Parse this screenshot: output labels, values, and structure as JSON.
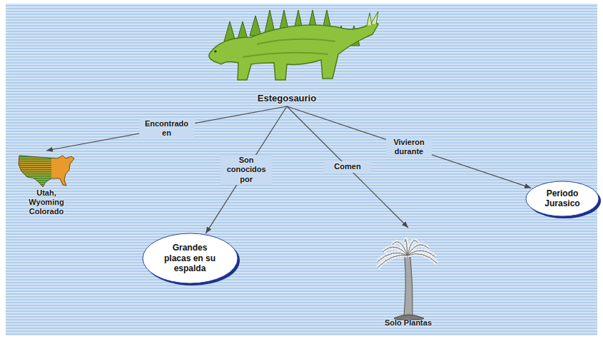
{
  "diagram": {
    "nodes": [
      {
        "text": [
          "Estegosaurio"
        ]
      },
      {
        "text": [
          "Utah, Wyoming Colorado"
        ]
      },
      {
        "text": [
          "Grandes placas en su espalda"
        ]
      },
      {
        "text": [
          "Solo Plantas"
        ]
      },
      {
        "text": [
          "Periodo Jurasico"
        ]
      }
    ],
    "edges": [
      {
        "from": 0,
        "to": 1,
        "arrow": "to",
        "label": "Encontrado en"
      },
      {
        "from": 0,
        "to": 2,
        "arrow": "to",
        "label": "Son conocidos por"
      },
      {
        "from": 0,
        "to": 3,
        "arrow": "to",
        "label": "Comen"
      },
      {
        "from": 0,
        "to": 4,
        "arrow": "to",
        "label": "Vivieron durante"
      }
    ]
  }
}
